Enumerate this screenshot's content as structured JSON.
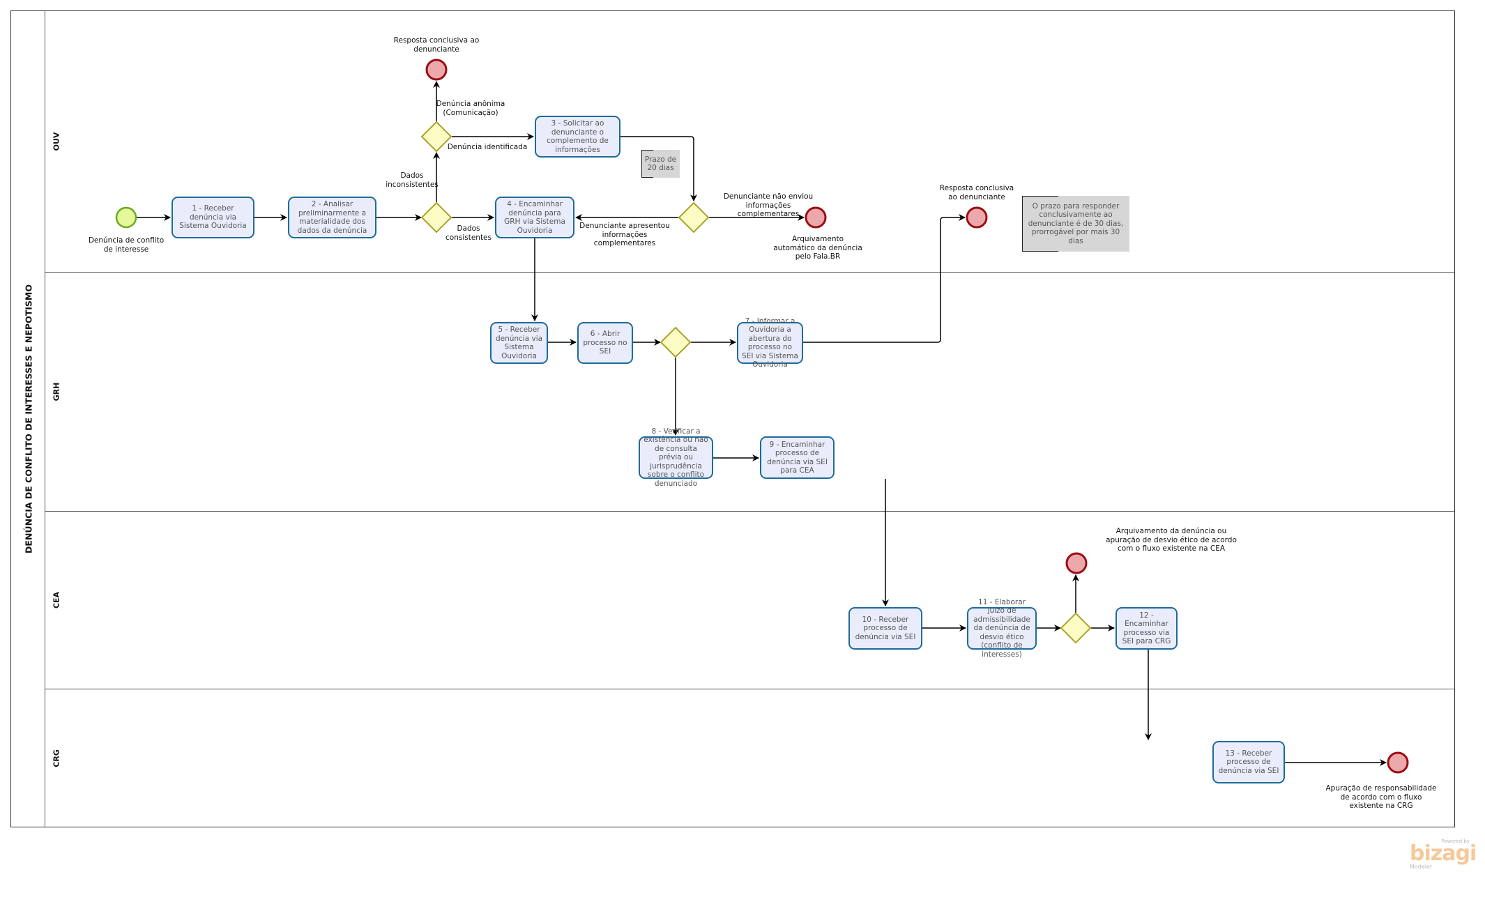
{
  "pool": {
    "title": "DENÚNCIA DE CONFLITO DE INTERESSES E NEPOTISMO"
  },
  "lanes": [
    {
      "id": "ouv",
      "label": "OUV"
    },
    {
      "id": "grh",
      "label": "GRH"
    },
    {
      "id": "cea",
      "label": "CEA"
    },
    {
      "id": "crg",
      "label": "CRG"
    }
  ],
  "tasks": {
    "t1": "1 - Receber denúncia via Sistema Ouvidoria",
    "t2": "2 - Analisar preliminarmente a materialidade dos dados da denúncia",
    "t3": "3 - Solicitar ao denunciante o complemento de informações",
    "t4": "4 - Encaminhar denúncia para GRH via Sistema Ouvidoria",
    "t5": "5 - Receber denúncia via Sistema Ouvidoria",
    "t6": "6 - Abrir processo no SEI",
    "t7": "7 - Informar a Ouvidoria a abertura do processo no SEI via Sistema Ouvidoria",
    "t8": "8 - Verificar a existência ou não de consulta prévia ou jurisprudência sobre o conflito denunciado",
    "t9": "9 - Encaminhar processo de denúncia via SEI para CEA",
    "t10": "10 - Receber processo de denúncia via SEI",
    "t11": "11 - Elaborar juízo de admissibilidade da denúncia de desvio ético (conflito de interesses)",
    "t12": "12 - Encaminhar processo via SEI para CRG",
    "t13": "13 - Receber processo de denúncia via SEI"
  },
  "events": {
    "start": {
      "type": "start",
      "label": "Denúncia de conflito de interesse",
      "color": "#e4f99a",
      "stroke": "#6aaa1e"
    },
    "end_anon": {
      "type": "end",
      "label": "Resposta conclusiva ao denunciante"
    },
    "end_archive": {
      "type": "end",
      "label": "Arquivamento automático da denúncia pelo Fala.BR"
    },
    "end_resposta": {
      "type": "end",
      "label": "Resposta conclusiva ao denunciante"
    },
    "end_cea": {
      "type": "end",
      "label": "Arquivamento da denúncia ou apuração de desvio ético de acordo com o fluxo existente na CEA"
    },
    "end_crg": {
      "type": "end",
      "label": "Apuração de responsabilidade de acordo com o fluxo existente na CRG"
    }
  },
  "flow_labels": {
    "dados_inconsistentes": "Dados inconsistentes",
    "dados_consistentes": "Dados consistentes",
    "denuncia_anonima": "Denúncia anônima (Comunicação)",
    "denuncia_identificada": "Denúncia identificada",
    "nao_enviou": "Denunciante não enviou informações complementares",
    "apresentou": "Denunciante apresentou informações complementares"
  },
  "annotations": {
    "prazo20": "Prazo de 20 dias",
    "prazo30": "O prazo para responder conclusivamente ao denunciante é de 30 dias, prorrogável por mais 30 dias"
  },
  "colors": {
    "task_fill": "#e9edfb",
    "task_stroke": "#1f6a9a",
    "gateway_fill": "#fbfdc4",
    "gateway_stroke": "#a9a32a",
    "end_fill": "#eca8ab",
    "end_stroke": "#9a0e13"
  },
  "watermark": {
    "powered": "Powered by",
    "brand": "bizagi",
    "product": "Modeler"
  }
}
